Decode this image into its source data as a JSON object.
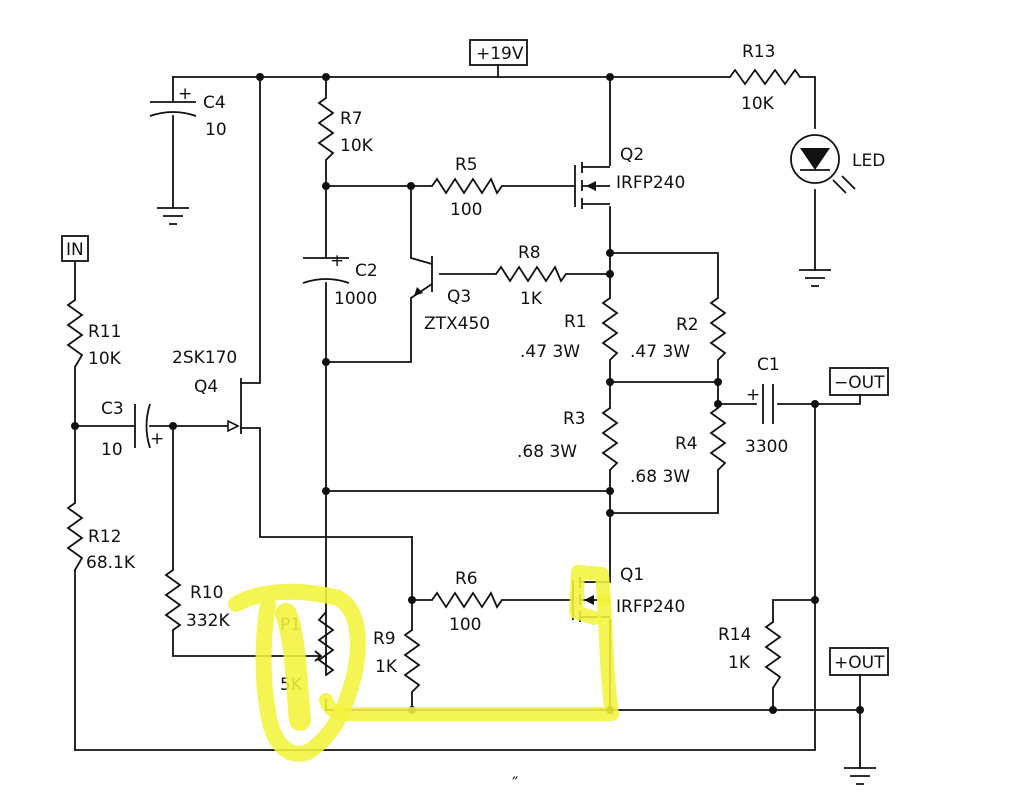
{
  "supply": "+19V",
  "terminals": {
    "in": "IN",
    "neg_out": "−OUT",
    "pos_out": "+OUT"
  },
  "components": {
    "R13": {
      "ref": "R13",
      "value": "10K"
    },
    "LED": {
      "ref": "LED"
    },
    "C4": {
      "ref": "C4",
      "value": "10"
    },
    "R7": {
      "ref": "R7",
      "value": "10K"
    },
    "Q2": {
      "ref": "Q2",
      "value": "IRFP240"
    },
    "R5": {
      "ref": "R5",
      "value": "100"
    },
    "C2": {
      "ref": "C2",
      "value": "1000"
    },
    "R8": {
      "ref": "R8",
      "value": "1K"
    },
    "Q3": {
      "ref": "Q3",
      "value": "ZTX450"
    },
    "R1": {
      "ref": "R1",
      "value": ".47 3W"
    },
    "R2": {
      "ref": "R2",
      "value": ".47 3W"
    },
    "C1": {
      "ref": "C1",
      "value": "3300"
    },
    "R3": {
      "ref": "R3",
      "value": ".68 3W"
    },
    "R4": {
      "ref": "R4",
      "value": ".68 3W"
    },
    "R11": {
      "ref": "R11",
      "value": "10K"
    },
    "Q4": {
      "ref": "Q4",
      "value": "2SK170"
    },
    "C3": {
      "ref": "C3",
      "value": "10"
    },
    "R12": {
      "ref": "R12",
      "value": "68.1K"
    },
    "R10": {
      "ref": "R10",
      "value": "332K"
    },
    "P1": {
      "ref": "P1",
      "value": "5K"
    },
    "R9": {
      "ref": "R9",
      "value": "1K"
    },
    "R6": {
      "ref": "R6",
      "value": "100"
    },
    "Q1": {
      "ref": "Q1",
      "value": "IRFP240"
    },
    "R14": {
      "ref": "R14",
      "value": "1K"
    }
  },
  "polarity_mark": "+",
  "stray_mark": "″",
  "colors": {
    "ink": "#111111",
    "highlight": "#f2f23a",
    "background": "#ffffff"
  }
}
